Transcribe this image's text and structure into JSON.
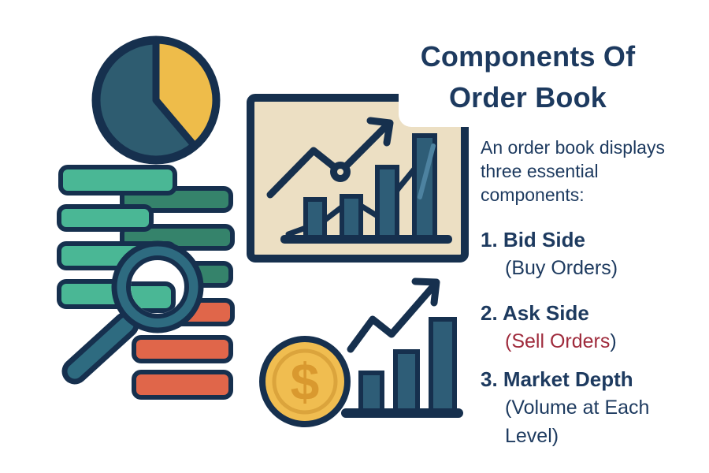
{
  "title": {
    "line1": "Components Of",
    "line2": "Order Book"
  },
  "intro": {
    "line1": "An order book displays",
    "line2": "three essential",
    "line3": "components:"
  },
  "list": [
    {
      "number": "1.",
      "heading": "Bid Side",
      "sub": "(Buy Orders)"
    },
    {
      "number": "2.",
      "heading": "Ask Side",
      "sub_highlight": "(Sell Orders",
      "sub_end": ")"
    },
    {
      "number": "3.",
      "heading": "Market Depth",
      "sub_line1": "(Volume at Each",
      "sub_line2": "Level)"
    }
  ],
  "coin": {
    "symbol": "$"
  },
  "icons": {
    "pie": "pie-chart-icon",
    "order_list": "order-book-bars-icon",
    "magnifier": "magnifying-glass-icon",
    "framed_chart": "growth-chart-panel-icon",
    "coin": "dollar-coin-icon",
    "mini_chart": "rising-bars-arrow-icon"
  },
  "colors": {
    "navy_outline": "#16304e",
    "text_navy": "#1d3a5f",
    "accent_red": "#9f2b3c",
    "light_teal": "#4ab795",
    "dark_green": "#35836b",
    "orange": "#e0664a",
    "pie_teal": "#2e5c70",
    "yellow": "#eebc4a",
    "panel_beige": "#ecdfc3",
    "chart_teal": "#2e5d77",
    "magnifier_teal": "#2e6b80",
    "coin_gold": "#f0bd50",
    "coin_symbol": "#d9992f"
  }
}
